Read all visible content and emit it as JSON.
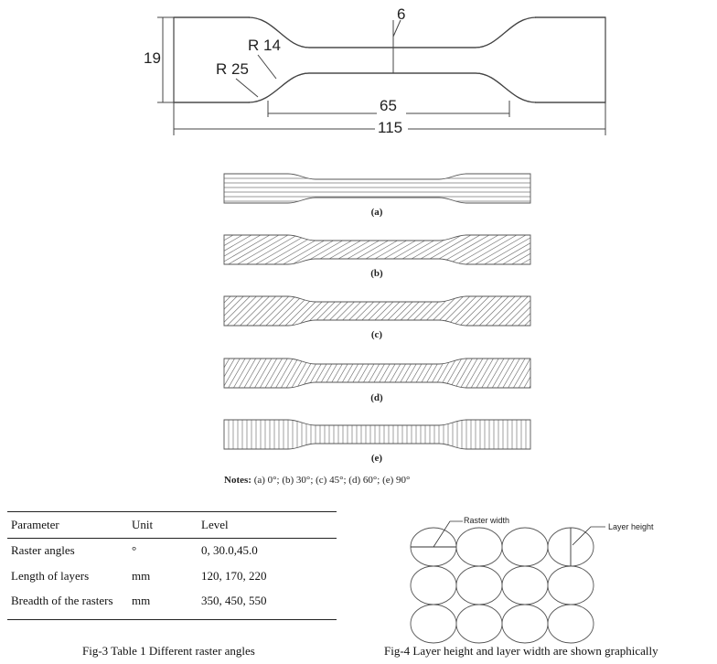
{
  "drawing": {
    "dims": {
      "height": "19",
      "gauge_width": "6",
      "r_small": "R 14",
      "r_large": "R 25",
      "gauge_length": "65",
      "overall_length": "115"
    }
  },
  "specimens": [
    {
      "label": "(a)",
      "angle": 0
    },
    {
      "label": "(b)",
      "angle": 30
    },
    {
      "label": "(c)",
      "angle": 45
    },
    {
      "label": "(d)",
      "angle": 60
    },
    {
      "label": "(e)",
      "angle": 90
    }
  ],
  "notes": {
    "label": "Notes:",
    "text": " (a) 0°; (b) 30°; (c) 45°; (d) 60°; (e) 90°"
  },
  "table": {
    "headers": [
      "Parameter",
      "Unit",
      "Level"
    ],
    "rows": [
      [
        "Raster angles",
        "°",
        "0, 30.0,45.0"
      ],
      [
        "Length of layers",
        "mm",
        "120, 170, 220"
      ],
      [
        "Breadth of the rasters",
        "mm",
        "350, 450, 550"
      ]
    ]
  },
  "captions": {
    "fig3": "Fig-3 Table 1 Different raster angles",
    "fig4": "Fig-4 Layer height and layer width are shown graphically"
  },
  "raster_diagram": {
    "raster_width_label": "Raster width",
    "layer_height_label": "Layer height"
  }
}
